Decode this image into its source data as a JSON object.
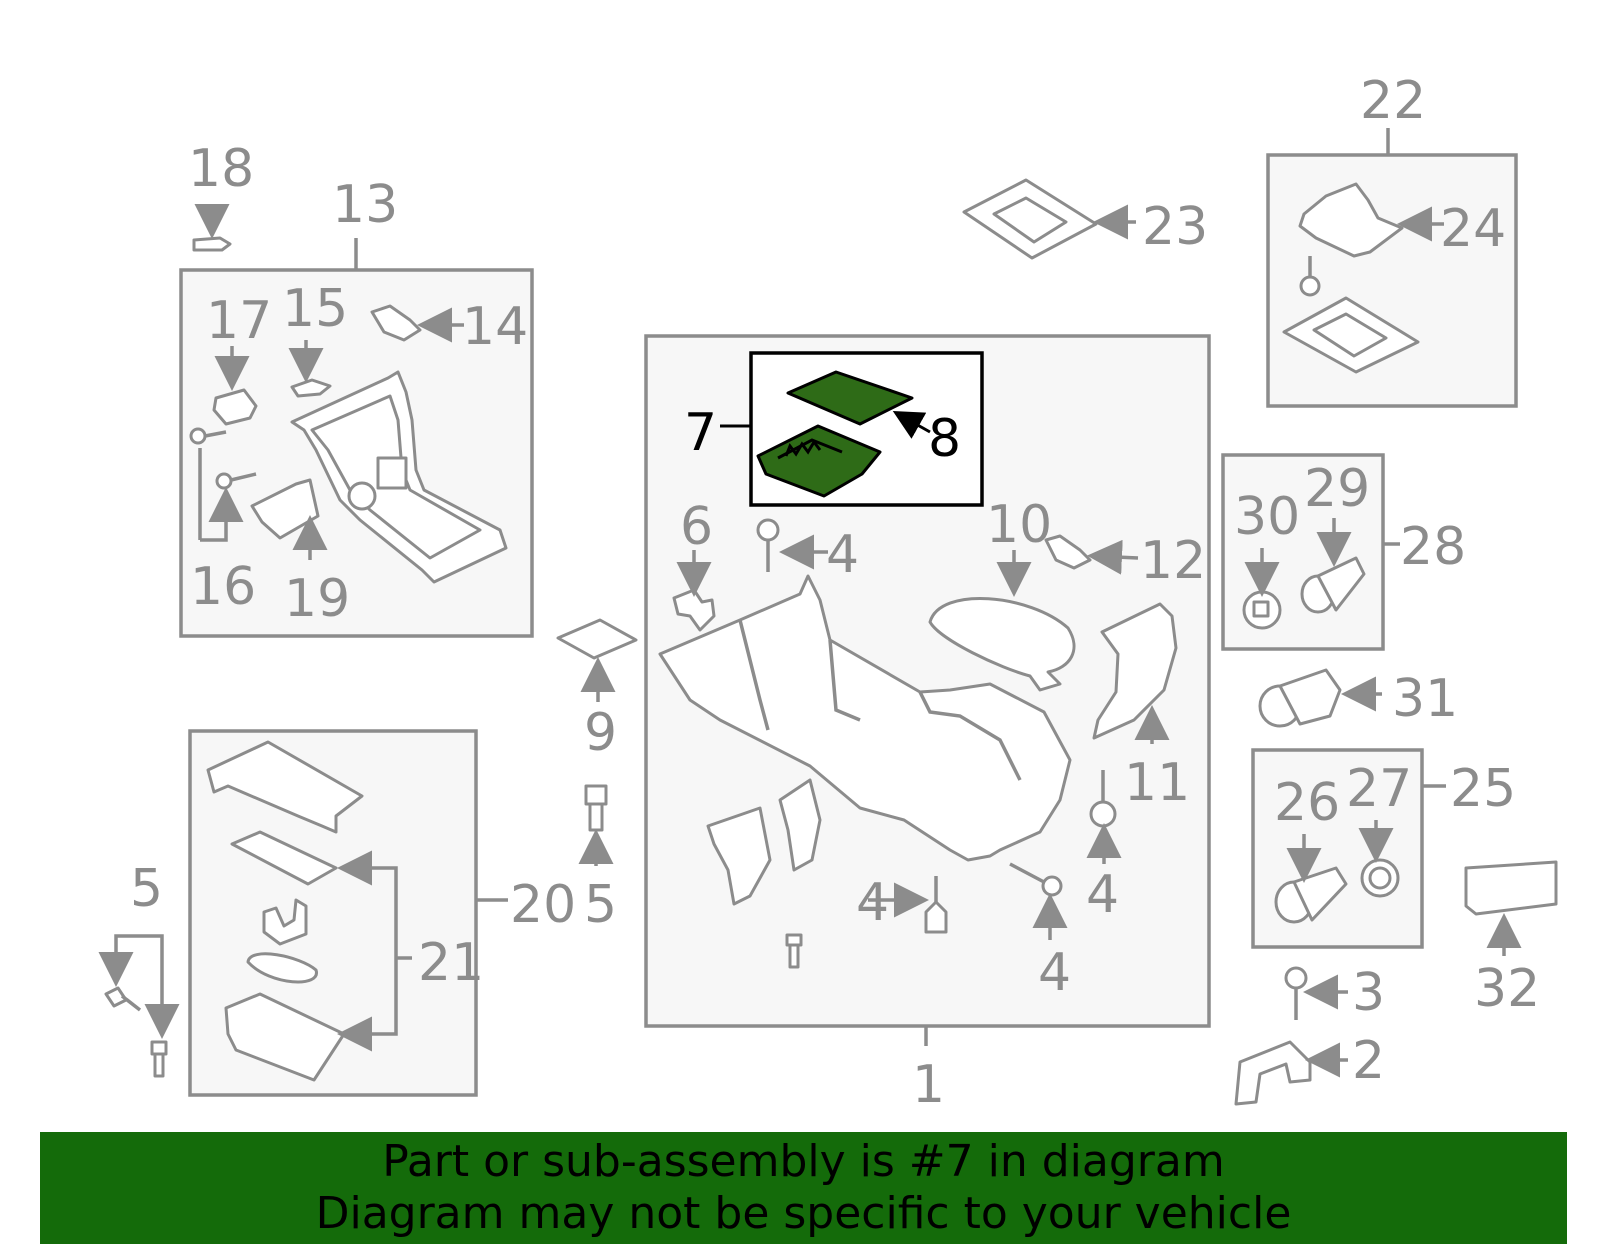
{
  "callouts": {
    "c1": "1",
    "c2": "2",
    "c3": "3",
    "c4a": "4",
    "c4b": "4",
    "c4c": "4",
    "c4d": "4",
    "c5a": "5",
    "c5b": "5",
    "c6": "6",
    "c7": "7",
    "c8": "8",
    "c9": "9",
    "c10": "10",
    "c11": "11",
    "c12": "12",
    "c13": "13",
    "c14": "14",
    "c15": "15",
    "c16": "16",
    "c17": "17",
    "c18": "18",
    "c19": "19",
    "c20": "20",
    "c21": "21",
    "c22": "22",
    "c23": "23",
    "c24": "24",
    "c25": "25",
    "c26": "26",
    "c27": "27",
    "c28": "28",
    "c29": "29",
    "c30": "30",
    "c31": "31",
    "c32": "32"
  },
  "highlight": {
    "part_number": "7",
    "color": "#2e6b17"
  },
  "banner": {
    "line1": "Part or sub-assembly is #7 in diagram",
    "line2": "Diagram may not be specific to your vehicle",
    "background": "#146b0a"
  }
}
